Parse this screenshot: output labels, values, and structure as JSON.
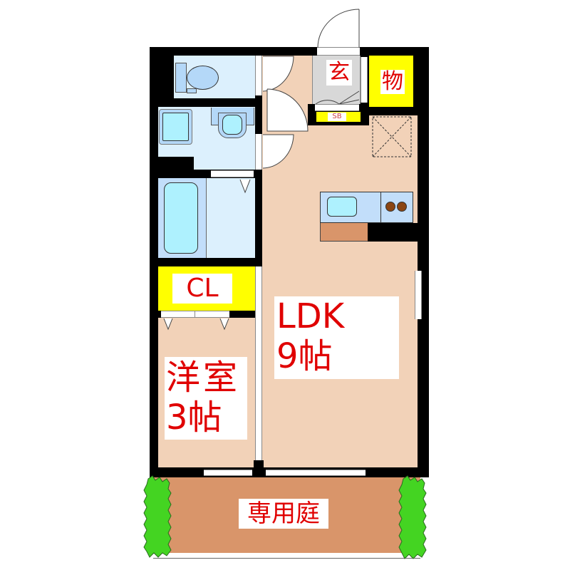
{
  "floor_plan": {
    "rooms": {
      "entrance": {
        "label": "玄"
      },
      "storage": {
        "label": "物"
      },
      "shoe_box": {
        "label": "SB"
      },
      "closet": {
        "label": "CL"
      },
      "ldk": {
        "label_line1": "LDK",
        "label_line2": "9帖"
      },
      "western_room": {
        "label_line1": "洋室",
        "label_line2": "3帖"
      },
      "private_garden": {
        "label": "専用庭"
      }
    },
    "fixtures": [
      "toilet-icon",
      "washbasin-icon",
      "washing-machine-pan-icon",
      "bathtub-icon",
      "kitchen-sink-icon",
      "stove-icon"
    ],
    "colors": {
      "wall": "#000000",
      "floor": "#f2d2b8",
      "wet_area": "#dcf0fd",
      "storage": "#ffff00",
      "garden": "#d9956a",
      "plants": "#44d422",
      "label_text": "#e00000"
    }
  }
}
